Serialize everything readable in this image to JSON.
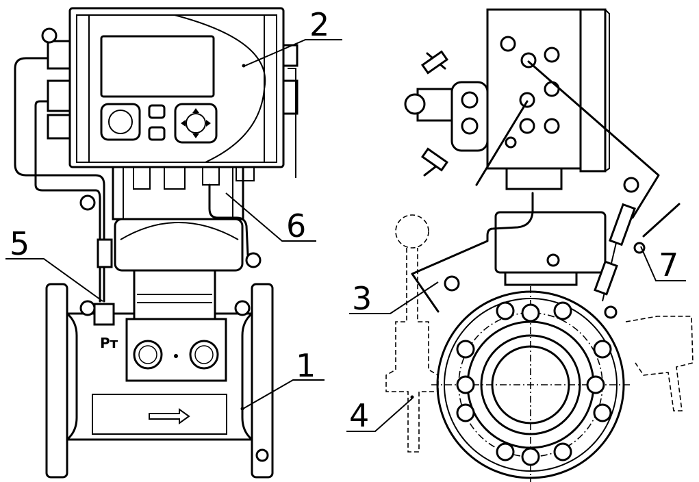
{
  "callouts": [
    {
      "id": "1",
      "label": "1"
    },
    {
      "id": "2",
      "label": "2"
    },
    {
      "id": "3",
      "label": "3"
    },
    {
      "id": "4",
      "label": "4"
    },
    {
      "id": "5",
      "label": "5"
    },
    {
      "id": "6",
      "label": "6"
    },
    {
      "id": "7",
      "label": "7"
    }
  ],
  "pressure_mark": "Pт"
}
